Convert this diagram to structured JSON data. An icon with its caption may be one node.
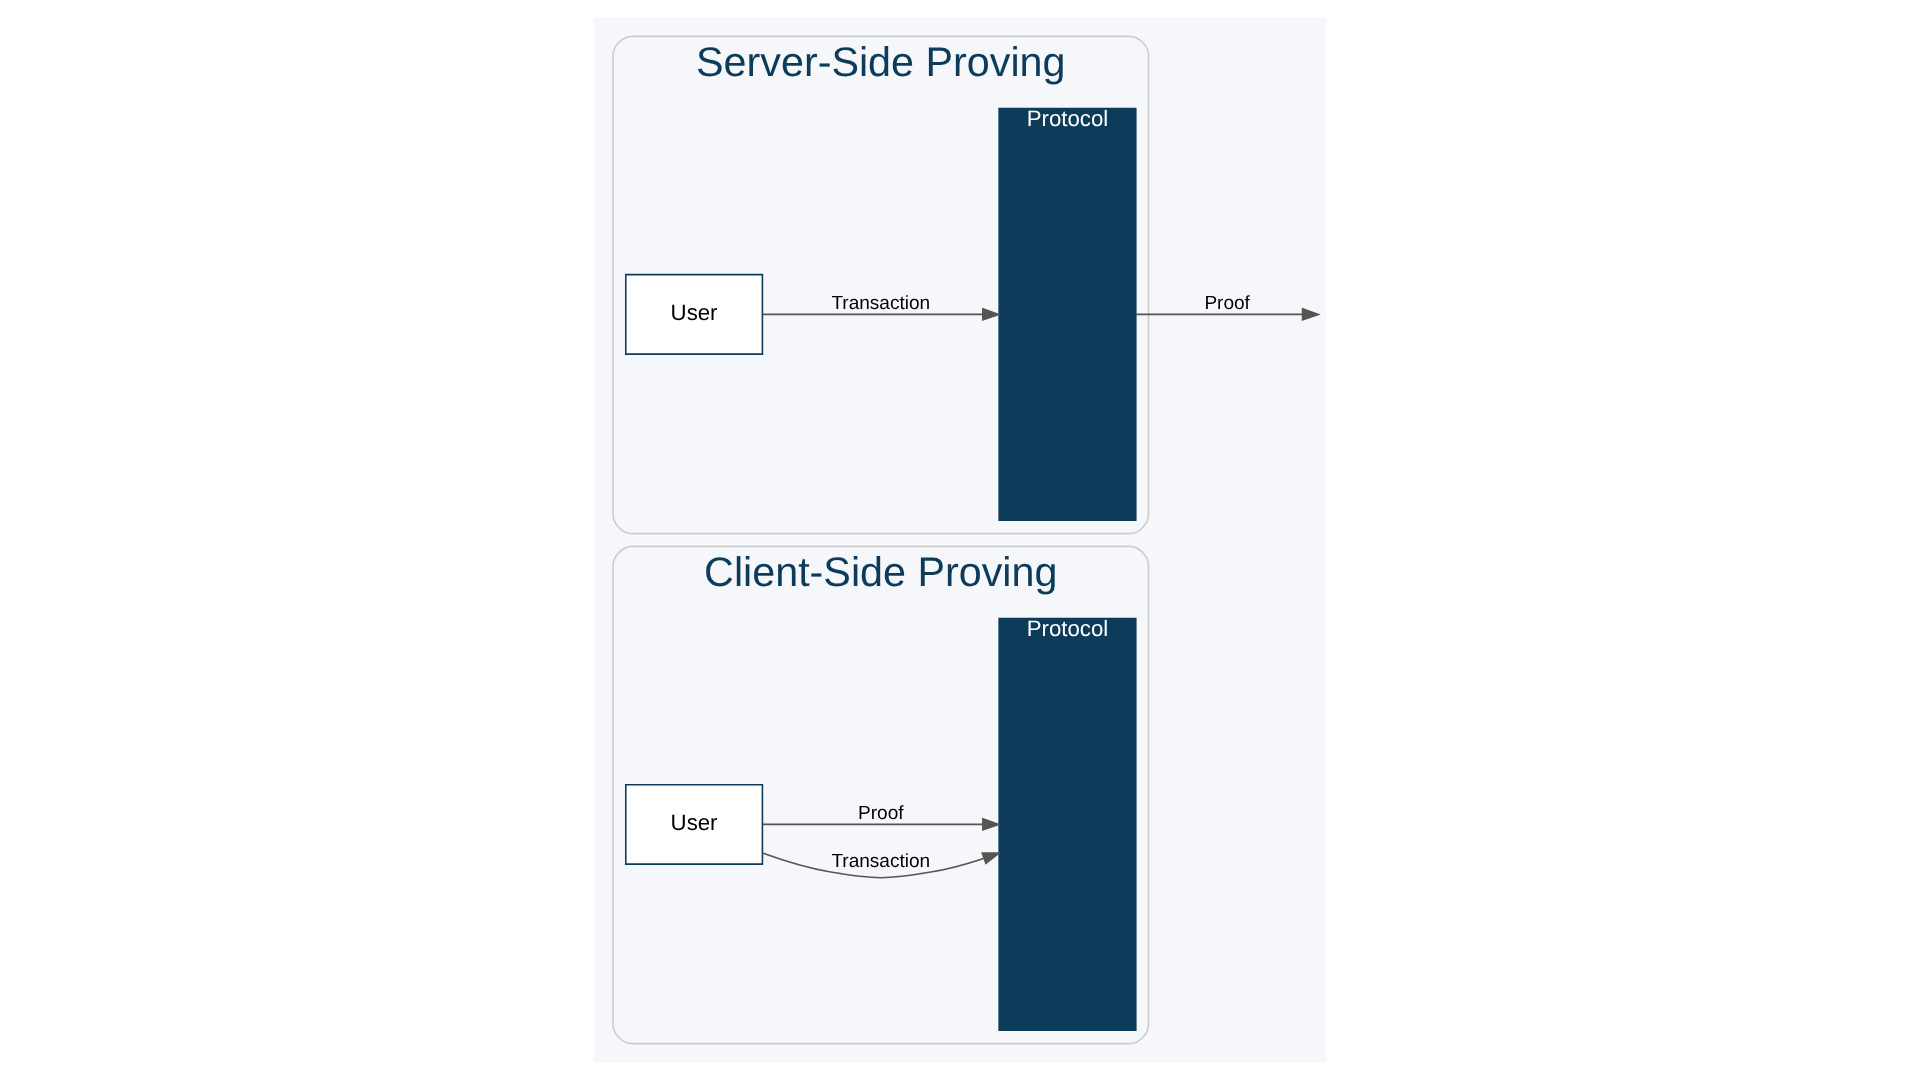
{
  "diagram": {
    "nodes": [
      {
        "text": [
          "Client-Side Proving"
        ]
      },
      {
        "text": [
          "User"
        ],
        "in": 0
      },
      {
        "text": [
          "Protocol"
        ],
        "in": 0
      },
      {
        "text": [
          "Server-Side Proving"
        ]
      },
      {
        "text": [
          "User"
        ],
        "in": 3
      },
      {
        "text": [
          "Protocol"
        ],
        "in": 3
      }
    ],
    "edges": [
      {
        "from": 1,
        "to": 2,
        "label": "Transaction",
        "arrow": "to"
      },
      {
        "from": 1,
        "to": 2,
        "label": "Proof",
        "arrow": "to"
      },
      {
        "from": 4,
        "to": 5,
        "label": "Transaction",
        "arrow": "to"
      },
      {
        "from": 5,
        "to": null,
        "label": "Proof",
        "arrow": "to"
      }
    ]
  }
}
